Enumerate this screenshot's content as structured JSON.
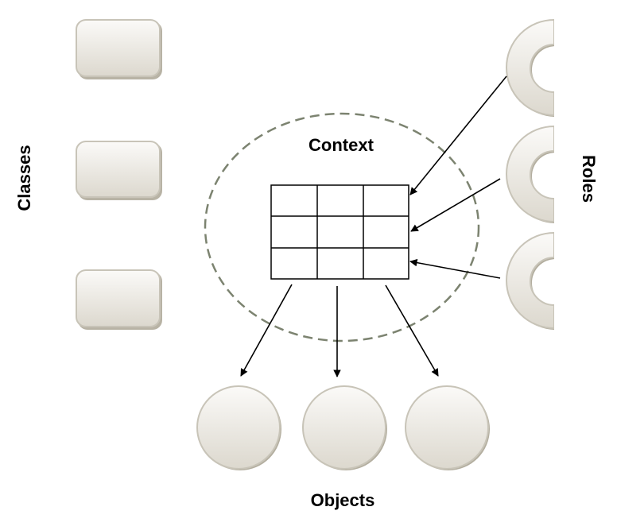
{
  "diagram": {
    "labels": {
      "classes": "Classes",
      "context": "Context",
      "roles": "Roles",
      "objects": "Objects"
    },
    "classes": {
      "count": 3
    },
    "roles": {
      "count": 3
    },
    "objects": {
      "count": 3
    },
    "context_table": {
      "rows": 3,
      "cols": 3
    },
    "colors": {
      "shape_fill_light": "#fbfaf8",
      "shape_fill_dark": "#ddd9d0",
      "shape_stroke": "#c8c4b8",
      "shape_shadow": "#b3ae9f",
      "dashed_ellipse": "#7c8370",
      "arrow": "#000000"
    }
  }
}
